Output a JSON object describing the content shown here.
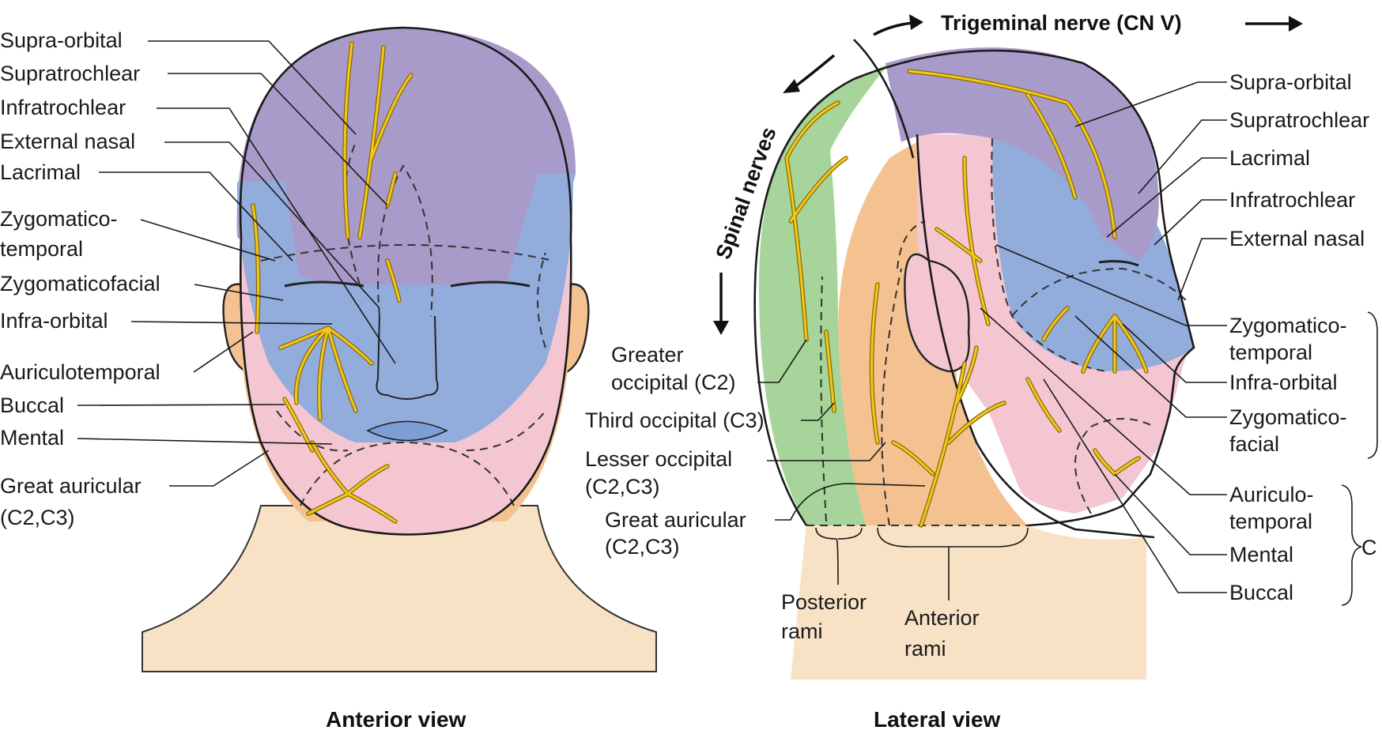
{
  "header": {
    "trigeminal": "Trigeminal nerve (CN V)",
    "spinal": "Spinal nerves"
  },
  "anterior": {
    "caption": "Anterior view",
    "labels": [
      "Supra-orbital",
      "Supratrochlear",
      "Infratrochlear",
      "External nasal",
      "Lacrimal",
      "Zygomatico-",
      "temporal",
      "Zygomaticofacial",
      "Infra-orbital",
      "Auriculotemporal",
      "Buccal",
      "Mental",
      "Great auricular",
      "(C2,C3)"
    ]
  },
  "lateral": {
    "caption": "Lateral view",
    "left_labels": [
      "Greater",
      "occipital (C2)",
      "Third occipital (C3)",
      "Lesser occipital",
      "(C2,C3)",
      "Great auricular",
      "(C2,C3)"
    ],
    "right_labels": [
      "Supra-orbital",
      "Supratrochlear",
      "Lacrimal",
      "Infratrochlear",
      "External nasal",
      "Zygomatico-",
      "temporal",
      "Infra-orbital",
      "Zygomatico-",
      "facial",
      "Auriculo-",
      "temporal",
      "Mental",
      "Buccal"
    ],
    "bracket_label": "C",
    "rami": [
      "Posterior",
      "rami",
      "Anterior",
      "rami"
    ]
  },
  "colors": {
    "ophthalmic": "#a99bc9",
    "maxillary": "#92acdc",
    "mandibular": "#f4c6d2",
    "cervical_anterior": "#f3c290",
    "cervical_posterior": "#a6d49a",
    "skin": "#f8e2c6",
    "nerve": "#f2c81e"
  }
}
